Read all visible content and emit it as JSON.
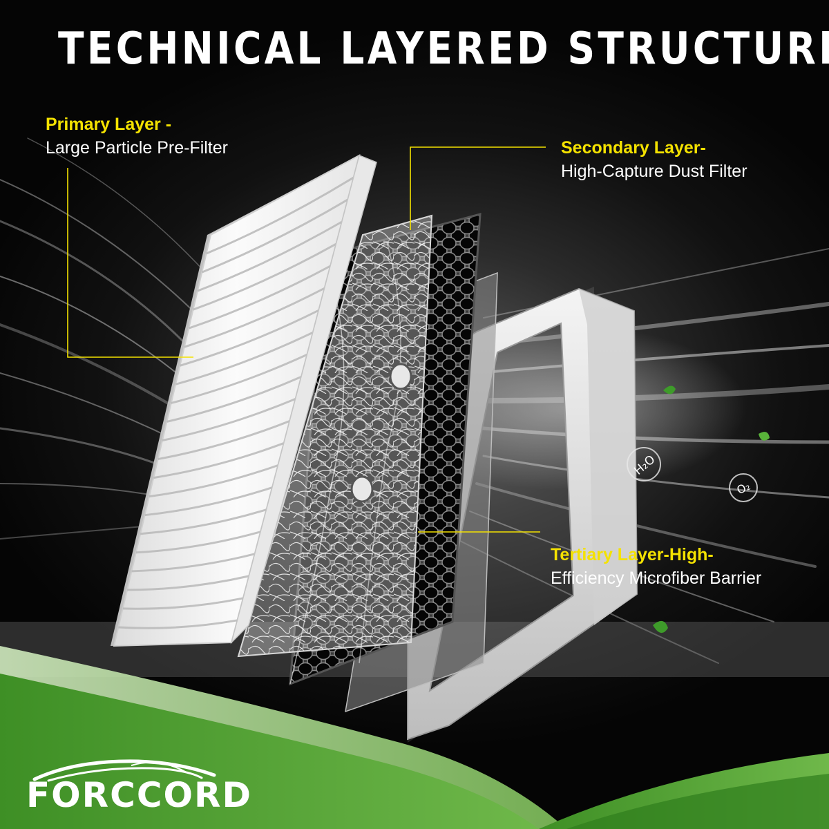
{
  "title": "TECHNICAL LAYERED STRUCTURE",
  "callouts": {
    "primary": {
      "heading": "Primary Layer -",
      "subtext": "Large Particle Pre-Filter"
    },
    "secondary": {
      "heading": "Secondary Layer-",
      "subtext": "High-Capture Dust Filter"
    },
    "tertiary": {
      "heading": "Tertiary Layer-High-",
      "subtext": "Efficiency Microfiber Barrier"
    }
  },
  "molecules": {
    "water": "H₂O",
    "oxygen": "O₂"
  },
  "brand": {
    "name": "FORCCORD"
  },
  "colors": {
    "accent_yellow": "#f4e200",
    "brand_green": "#4f9d2f",
    "light_green": "#9cd07a",
    "filter_white": "#f2f2f2",
    "background": "#050505"
  },
  "icons": {
    "logo": "car-silhouette-logo",
    "leaf": "leaf-icon"
  }
}
